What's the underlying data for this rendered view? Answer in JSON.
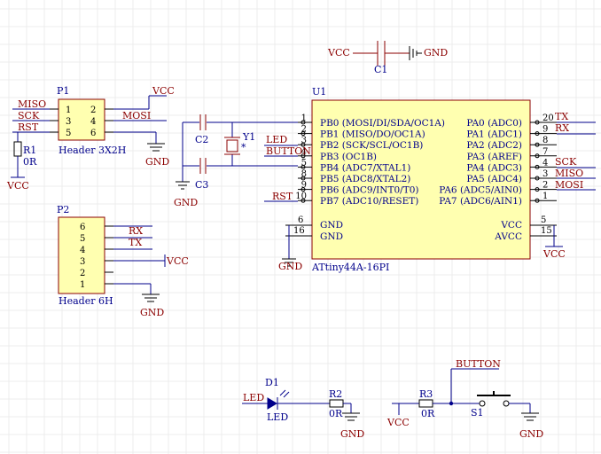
{
  "u1": {
    "ref": "U1",
    "part": "ATtiny44A-16PI",
    "left_pins": [
      {
        "num": "1",
        "name": "PB0 (MOSI/DI/SDA/OC1A)"
      },
      {
        "num": "2",
        "name": "PB1 (MISO/DO/OC1A)"
      },
      {
        "num": "3",
        "name": "PB2 (SCK/SCL/OC1B)"
      },
      {
        "num": "4",
        "name": "PB3 (OC1B)"
      },
      {
        "num": "5",
        "name": "PB4 (ADC7/XTAL1)"
      },
      {
        "num": "8",
        "name": "PB5 (ADC8/XTAL2)"
      },
      {
        "num": "9",
        "name": "PB6 (ADC9/INT0/T0)"
      },
      {
        "num": "10",
        "name": "PB7 (ADC10/RESET)"
      }
    ],
    "right_pins": [
      {
        "num": "20",
        "name": "PA0 (ADC0)"
      },
      {
        "num": "9",
        "name": "PA1 (ADC1)"
      },
      {
        "num": "8",
        "name": "PA2 (ADC2)"
      },
      {
        "num": "7",
        "name": "PA3 (AREF)"
      },
      {
        "num": "4",
        "name": "PA4 (ADC3)"
      },
      {
        "num": "3",
        "name": "PA5 (ADC4)"
      },
      {
        "num": "2",
        "name": "PA6 (ADC5/AIN0)"
      },
      {
        "num": "1",
        "name": "PA7 (ADC6/AIN1)"
      }
    ],
    "power_left": [
      {
        "num": "6",
        "name": "GND"
      },
      {
        "num": "16",
        "name": "GND"
      }
    ],
    "power_right": [
      {
        "num": "5",
        "name": "VCC"
      },
      {
        "num": "15",
        "name": "AVCC"
      }
    ],
    "left_nets": [
      "LED",
      "BUTTON",
      "RST"
    ],
    "right_nets": [
      "TX",
      "RX",
      "SCK",
      "MISO",
      "MOSI"
    ]
  },
  "p1": {
    "ref": "P1",
    "part": "Header 3X2H",
    "pins_left": [
      "1",
      "3",
      "5"
    ],
    "pins_right": [
      "2",
      "4",
      "6"
    ],
    "nets_left": [
      "MISO",
      "SCK",
      "RST"
    ],
    "net_right": "MOSI"
  },
  "p2": {
    "ref": "P2",
    "part": "Header 6H",
    "pins": [
      "6",
      "5",
      "4",
      "3",
      "2",
      "1"
    ],
    "nets": [
      "RX",
      "TX"
    ]
  },
  "passives": {
    "r1": {
      "ref": "R1",
      "value": "0R"
    },
    "r2": {
      "ref": "R2",
      "value": "0R"
    },
    "r3": {
      "ref": "R3",
      "value": "0R"
    },
    "c1": "C1",
    "c2": "C2",
    "c3": "C3",
    "y1": "Y1",
    "d1": {
      "ref": "D1",
      "value": "LED"
    },
    "s1": "S1"
  },
  "power": {
    "vcc": "VCC",
    "gnd": "GND"
  },
  "nets": {
    "led": "LED",
    "button": "BUTTON"
  }
}
